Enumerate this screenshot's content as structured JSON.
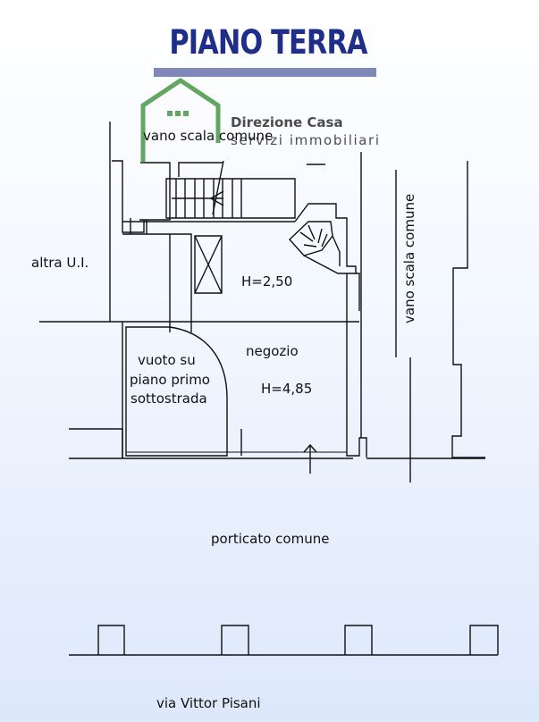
{
  "header": {
    "title": "PIANO TERRA"
  },
  "watermark": {
    "brand": "Direzione Casa",
    "tagline": "servizi immobiliari"
  },
  "labels": {
    "vano_scala_top": "vano scala comune",
    "vano_scala_right": "vano scala comune",
    "altra_ui": "altra U.I.",
    "height_upper": "H=2,50",
    "negozio": "negozio",
    "height_lower": "H=4,85",
    "vuoto_line1": "vuoto su",
    "vuoto_line2": "piano primo",
    "vuoto_line3": "sottostrada",
    "porticato": "porticato comune",
    "street": "via Vittor Pisani"
  },
  "colors": {
    "title": "#1f2f89",
    "title_bar": "#7f88b8",
    "watermark": "#2e8b2e",
    "lines": "#111111"
  }
}
